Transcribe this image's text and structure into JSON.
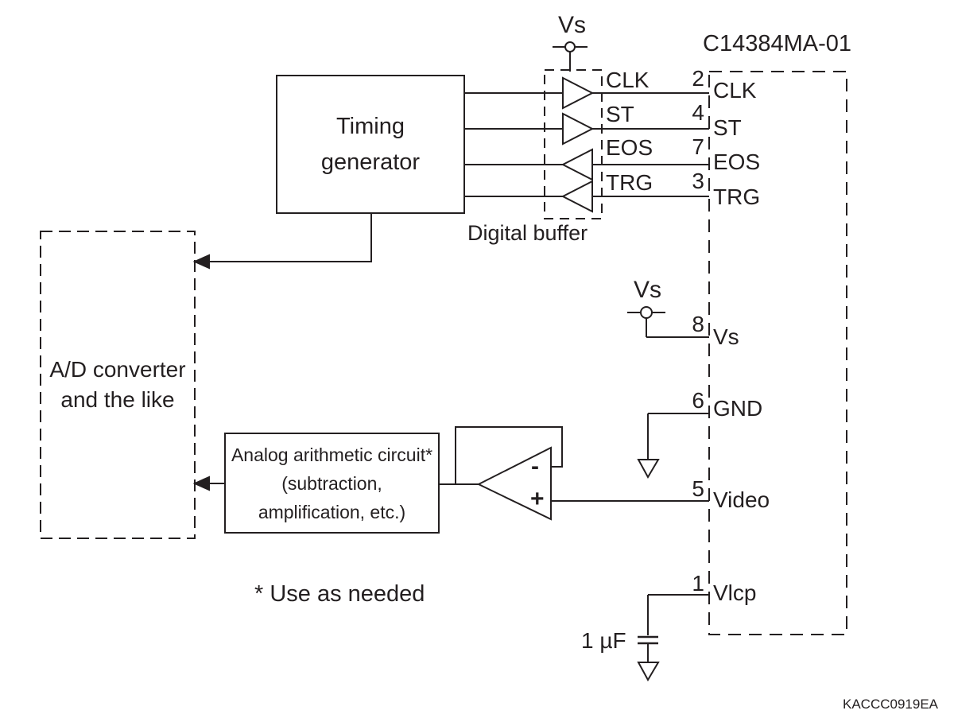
{
  "colors": {
    "ink": "#231f20",
    "background": "#ffffff"
  },
  "device": {
    "title": "C14384MA-01"
  },
  "doc_code": "KACCC0919EA",
  "blocks": {
    "timing_generator": {
      "line1": "Timing",
      "line2": "generator"
    },
    "ad_converter": {
      "line1": "A/D converter",
      "line2": "and the like"
    },
    "digital_buffer": {
      "label": "Digital buffer"
    },
    "analog_circuit": {
      "line1": "Analog arithmetic circuit*",
      "line2": "(subtraction,",
      "line3": "amplification, etc.)"
    }
  },
  "note": "* Use as needed",
  "power": {
    "buffer_supply_label": "Vs",
    "sensor_supply_label": "Vs"
  },
  "capacitor": {
    "value": "1 µF"
  },
  "opamp": {
    "inverting": "-",
    "noninverting": "+"
  },
  "pins": {
    "clk": {
      "signal": "CLK",
      "number": "2",
      "name": "CLK"
    },
    "st": {
      "signal": "ST",
      "number": "4",
      "name": "ST"
    },
    "eos": {
      "signal": "EOS",
      "number": "7",
      "name": "EOS"
    },
    "trg": {
      "signal": "TRG",
      "number": "3",
      "name": "TRG"
    },
    "vs": {
      "number": "8",
      "name": "Vs"
    },
    "gnd": {
      "number": "6",
      "name": "GND"
    },
    "video": {
      "number": "5",
      "name": "Video"
    },
    "vlcp": {
      "number": "1",
      "name": "Vlcp"
    }
  }
}
